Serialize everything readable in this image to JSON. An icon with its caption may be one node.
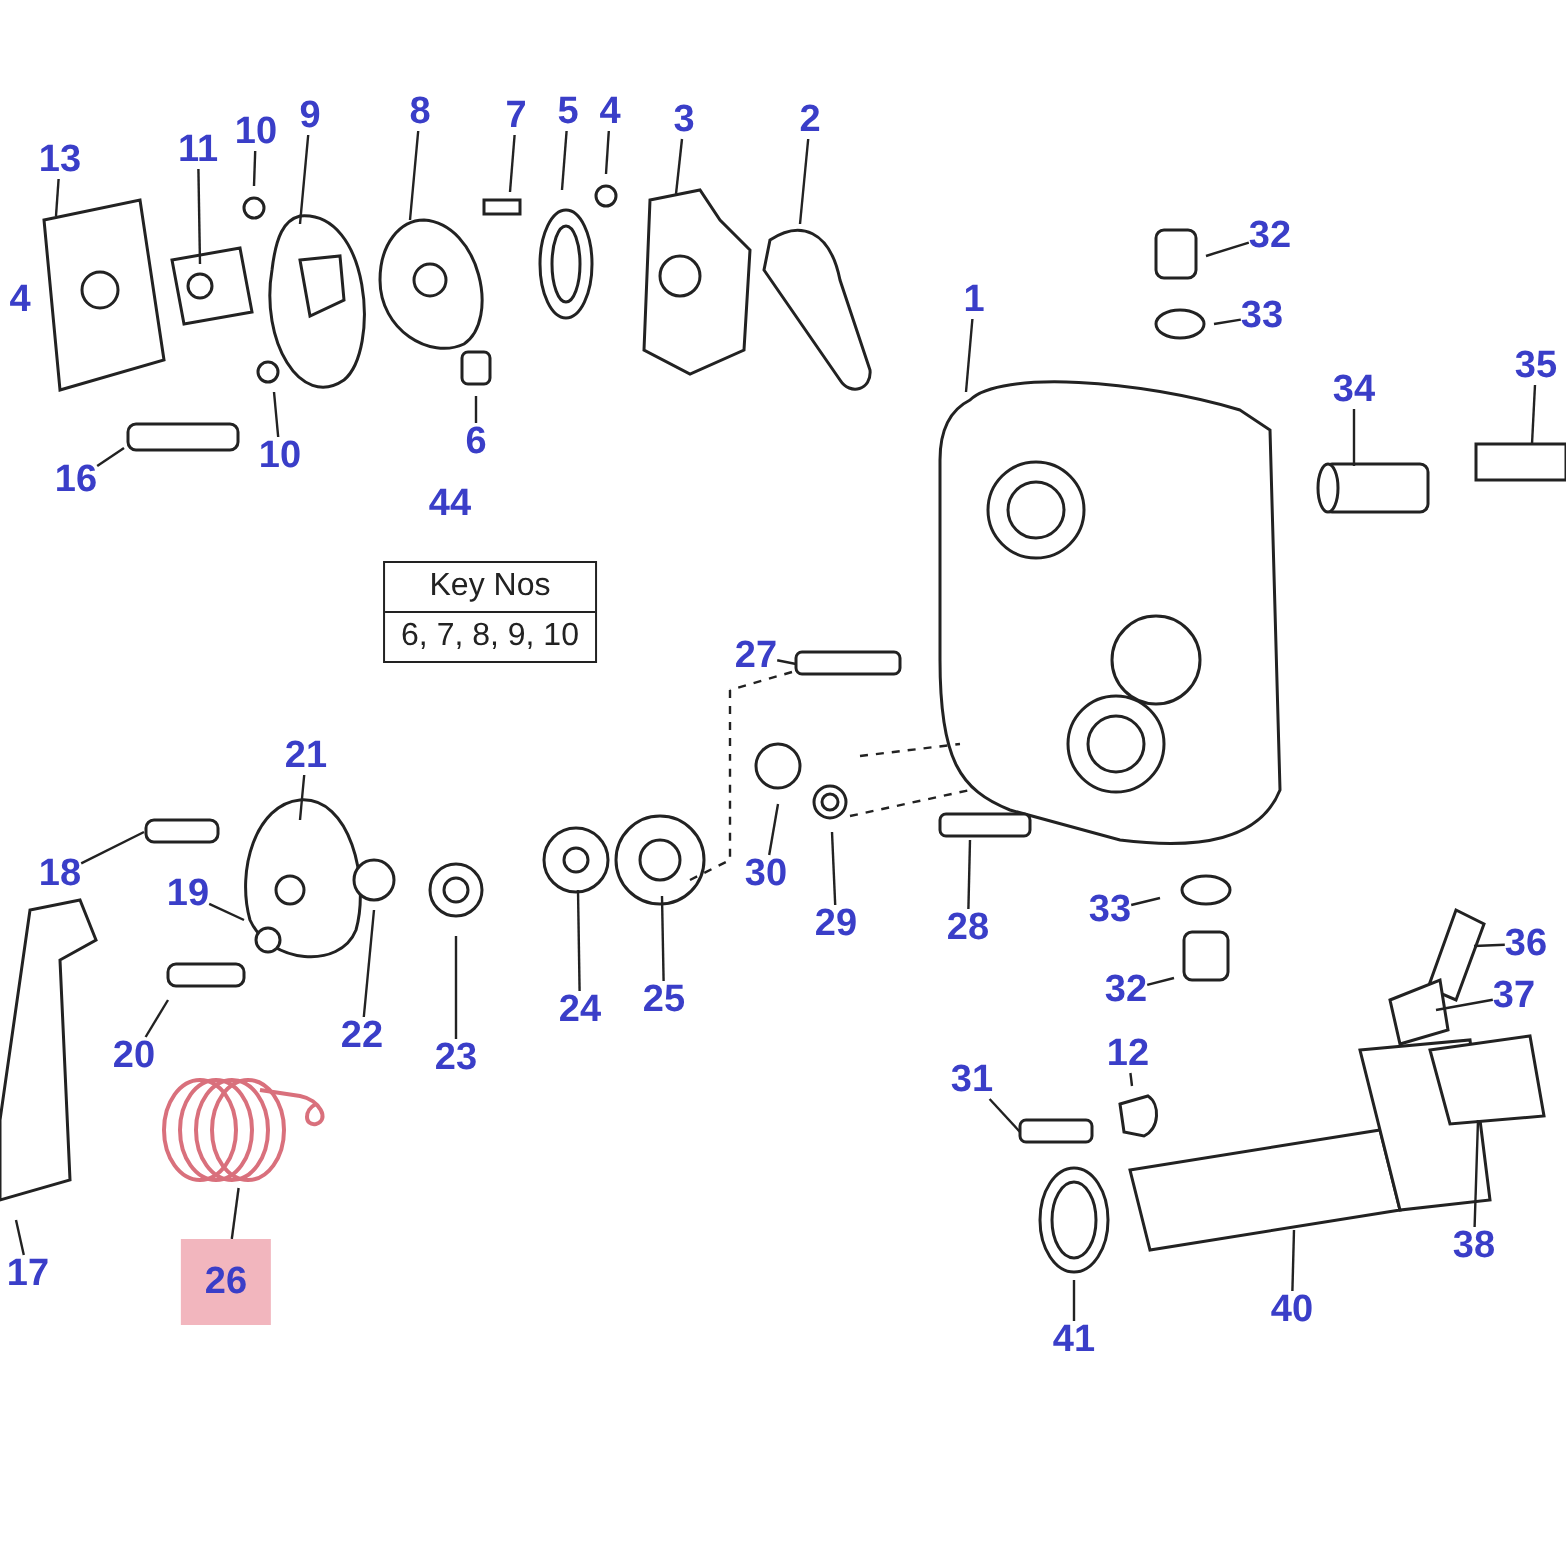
{
  "diagram": {
    "nodes": [
      {
        "text": [
          "13"
        ]
      },
      {
        "text": [
          "11"
        ]
      },
      {
        "text": [
          "10"
        ]
      },
      {
        "text": [
          "9"
        ]
      },
      {
        "text": [
          "8"
        ]
      },
      {
        "text": [
          "7"
        ]
      },
      {
        "text": [
          "5"
        ]
      },
      {
        "text": [
          "4"
        ]
      },
      {
        "text": [
          "3"
        ]
      },
      {
        "text": [
          "2"
        ]
      },
      {
        "text": [
          "16"
        ]
      },
      {
        "text": [
          "10"
        ]
      },
      {
        "text": [
          "6"
        ]
      },
      {
        "text": [
          "Key Nos",
          "6, 7, 8, 9, 10"
        ]
      },
      {
        "text": [
          "1"
        ]
      },
      {
        "text": [
          "32"
        ]
      },
      {
        "text": [
          "33"
        ]
      },
      {
        "text": [
          "34"
        ]
      },
      {
        "text": [
          "35"
        ]
      },
      {
        "text": [
          "27"
        ]
      },
      {
        "text": [
          "21"
        ]
      },
      {
        "text": [
          "18"
        ]
      },
      {
        "text": [
          "19"
        ]
      },
      {
        "text": [
          "20"
        ]
      },
      {
        "text": [
          "22"
        ]
      },
      {
        "text": [
          "23"
        ]
      },
      {
        "text": [
          "24"
        ]
      },
      {
        "text": [
          "25"
        ]
      },
      {
        "text": [
          "30"
        ]
      },
      {
        "text": [
          "29"
        ]
      },
      {
        "text": [
          "28"
        ]
      },
      {
        "text": [
          "33"
        ]
      },
      {
        "text": [
          "32"
        ]
      },
      {
        "text": [
          "36"
        ]
      },
      {
        "text": [
          "37"
        ]
      },
      {
        "text": [
          "12"
        ]
      },
      {
        "text": [
          "31"
        ]
      },
      {
        "text": [
          "41"
        ]
      },
      {
        "text": [
          "40"
        ]
      },
      {
        "text": [
          "38"
        ]
      },
      {
        "text": [
          "17"
        ]
      },
      {
        "text": [
          "26"
        ]
      },
      {
        "text": [],
        "shape": "picture"
      }
    ],
    "edges": [
      {
        "from": 0,
        "to": null,
        "arrow": "none"
      },
      {
        "from": 1,
        "to": null,
        "arrow": "none"
      },
      {
        "from": 2,
        "to": null,
        "arrow": "none"
      },
      {
        "from": 3,
        "to": null,
        "arrow": "none"
      },
      {
        "from": 4,
        "to": null,
        "arrow": "none"
      },
      {
        "from": 5,
        "to": null,
        "arrow": "none"
      },
      {
        "from": 6,
        "to": null,
        "arrow": "none"
      },
      {
        "from": 7,
        "to": null,
        "arrow": "none"
      },
      {
        "from": 8,
        "to": null,
        "arrow": "none"
      },
      {
        "from": 9,
        "to": null,
        "arrow": "none"
      },
      {
        "from": 10,
        "to": null,
        "arrow": "none"
      },
      {
        "from": 11,
        "to": null,
        "arrow": "none"
      },
      {
        "from": 12,
        "to": null,
        "arrow": "none"
      },
      {
        "from": 14,
        "to": null,
        "arrow": "none"
      },
      {
        "from": 15,
        "to": null,
        "arrow": "none"
      },
      {
        "from": 16,
        "to": null,
        "arrow": "none"
      },
      {
        "from": 17,
        "to": null,
        "arrow": "none"
      },
      {
        "from": 18,
        "to": null,
        "arrow": "none"
      },
      {
        "from": 19,
        "to": null,
        "arrow": "none"
      },
      {
        "from": 20,
        "to": null,
        "arrow": "none"
      },
      {
        "from": 21,
        "to": null,
        "arrow": "none"
      },
      {
        "from": 22,
        "to": null,
        "arrow": "none"
      },
      {
        "from": 23,
        "to": null,
        "arrow": "none"
      },
      {
        "from": 24,
        "to": null,
        "arrow": "none"
      },
      {
        "from": 25,
        "to": null,
        "arrow": "none"
      },
      {
        "from": 26,
        "to": null,
        "arrow": "none"
      },
      {
        "from": 27,
        "to": null,
        "arrow": "none"
      },
      {
        "from": 28,
        "to": null,
        "arrow": "none"
      },
      {
        "from": 29,
        "to": null,
        "arrow": "none"
      },
      {
        "from": 30,
        "to": null,
        "arrow": "none"
      },
      {
        "from": 31,
        "to": null,
        "arrow": "none"
      },
      {
        "from": 32,
        "to": null,
        "arrow": "none"
      },
      {
        "from": 33,
        "to": null,
        "arrow": "none"
      },
      {
        "from": 34,
        "to": null,
        "arrow": "none"
      },
      {
        "from": 35,
        "to": null,
        "arrow": "none"
      },
      {
        "from": 36,
        "to": null,
        "arrow": "none"
      },
      {
        "from": 37,
        "to": null,
        "arrow": "none"
      },
      {
        "from": 38,
        "to": null,
        "arrow": "none"
      },
      {
        "from": 39,
        "to": null,
        "arrow": "none"
      },
      {
        "from": 40,
        "to": null,
        "arrow": "none"
      },
      {
        "from": 41,
        "to": 42,
        "arrow": "none"
      }
    ],
    "labels": [
      "4",
      "44"
    ]
  }
}
